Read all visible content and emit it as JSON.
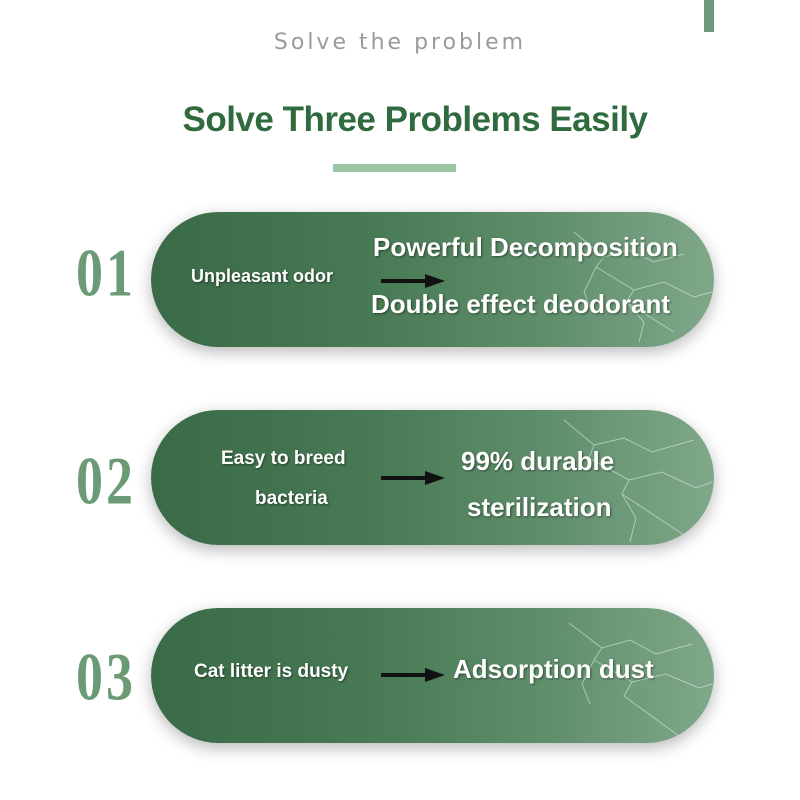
{
  "header": {
    "subtitle": "Solve the problem",
    "title": "Solve Three Problems Easily"
  },
  "colors": {
    "accent": "#2f6b3f",
    "pill_start": "#3a6a47",
    "pill_end": "#7fa889",
    "number": "#6a9a76",
    "underline": "#9cc4a2"
  },
  "problems": [
    {
      "number": "01",
      "problem": "Unpleasant odor",
      "solution_line1": "Powerful Decomposition",
      "solution_line2": "Double effect deodorant"
    },
    {
      "number": "02",
      "problem_line1": "Easy to breed",
      "problem_line2": "bacteria",
      "solution_line1": "99% durable",
      "solution_line2": "sterilization"
    },
    {
      "number": "03",
      "problem": "Cat litter is dusty",
      "solution": "Adsorption dust"
    }
  ],
  "icons": {
    "arrow": "arrow-right-icon",
    "decoration": "lightning-icon"
  }
}
